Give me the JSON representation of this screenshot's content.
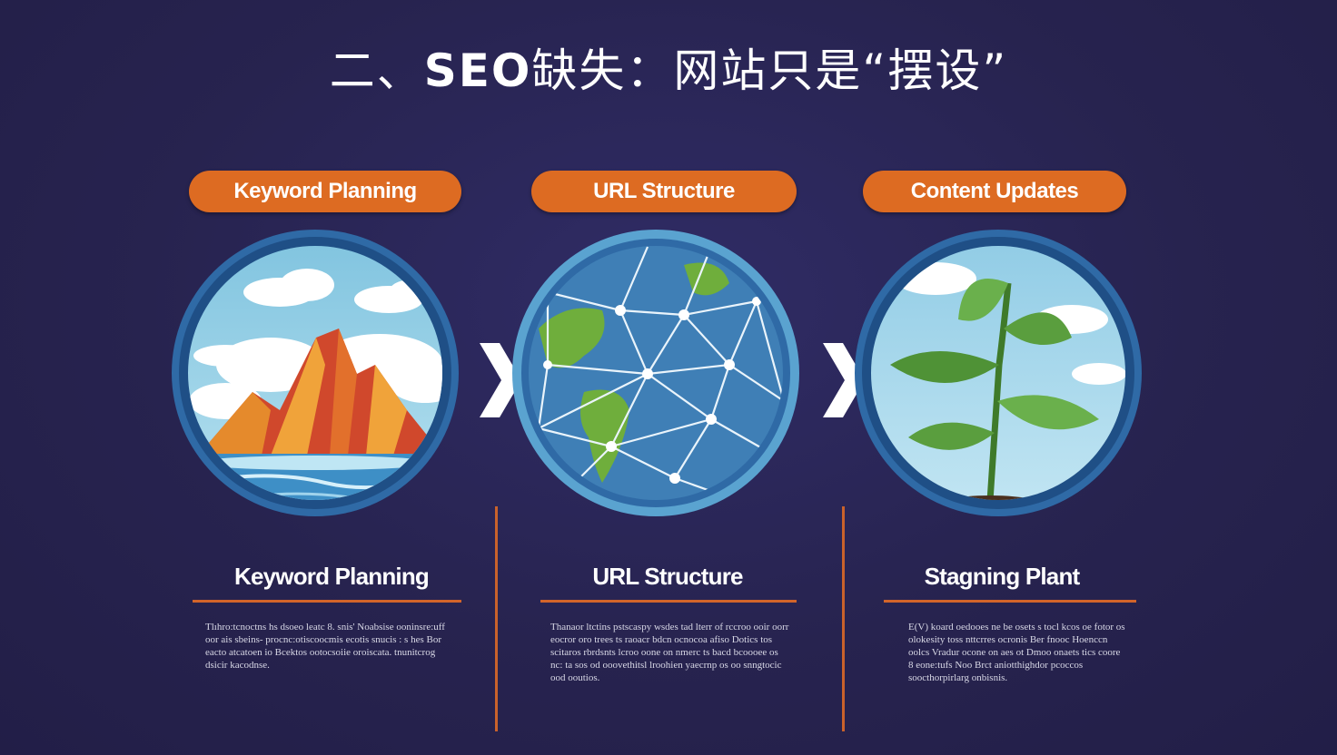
{
  "title": {
    "prefix": "二、",
    "seo": "SEO",
    "suffix": "缺失：网站只是“摆设”"
  },
  "steps": [
    {
      "pill": "Keyword Planning",
      "subtitle": "Keyword Planning",
      "image_icon": "mountain-icon",
      "description": "Tlıhro:tcnoctns hs dsoeo leatc 8. snis' Noabsise ooninsre:uff oor ais sbeins- procnc:otiscoocmis ecotis snucis : s hes Bor eacto atcatoen io Bcektos ootocsoiie oroiscata. tnunitcrog dsicir kacodnse."
    },
    {
      "pill": "URL Structure",
      "subtitle": "URL Structure",
      "image_icon": "globe-network-icon",
      "description": "Thanaor ltctins pstscaspy wsdes tad lterr of rccroo ooir oorr eocror oro trees ts raoacr bdcn ocnocoa afiso Dotics tos scitaros rbrdsnts lcroo oone on nmerc ts bacd bcoooee os nc: ta sos od ooovethitsl lroohien yaecrnp os oo snngtocic ood ooutios."
    },
    {
      "pill": "Content Updates",
      "subtitle": "Stagning Plant",
      "image_icon": "plant-sprout-icon",
      "description": "E(V) koard oedooes ne be osets s tocl kcos oe fotor os olokesity toss nttcrres ocronis Ber fnooc Hoenccn oolcs Vradur ocone on aes ot Dmoo onaets tics coore 8 eone:tufs Noo Brct aniotthighdor pcoccos soocthorpirlarg onbisnis."
    }
  ],
  "colors": {
    "background": "#27234f",
    "accent": "#dd6b22",
    "circle_ring": "#2f6aa6",
    "text": "#ffffff"
  },
  "arrow_icons": [
    "chevron-right-icon",
    "chevron-right-icon"
  ]
}
